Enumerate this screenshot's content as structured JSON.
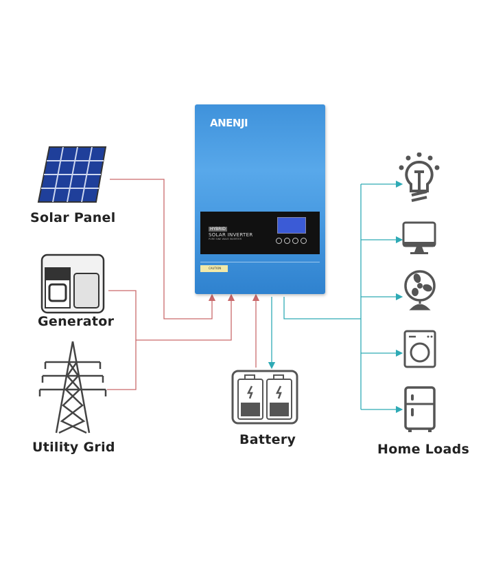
{
  "inverter": {
    "brand": "ANENJI",
    "badge": "HYBRID",
    "product": "SOLAR INVERTER",
    "subtitle": "PURE SINE WAVE INVERTER",
    "caution": "CAUTION"
  },
  "sources": [
    {
      "label": "Solar Panel",
      "icon": "solar-panel-icon"
    },
    {
      "label": "Generator",
      "icon": "generator-icon"
    },
    {
      "label": "Utility Grid",
      "icon": "power-tower-icon"
    }
  ],
  "battery": {
    "label": "Battery",
    "icon": "battery-icon"
  },
  "loads": {
    "label": "Home Loads",
    "items": [
      "light-bulb-icon",
      "monitor-icon",
      "fan-icon",
      "washing-machine-icon",
      "refrigerator-icon"
    ]
  },
  "colors": {
    "input_line": "#c9696b",
    "output_line": "#2eaab5",
    "inverter": "#4b9de3",
    "icon": "#555555"
  }
}
